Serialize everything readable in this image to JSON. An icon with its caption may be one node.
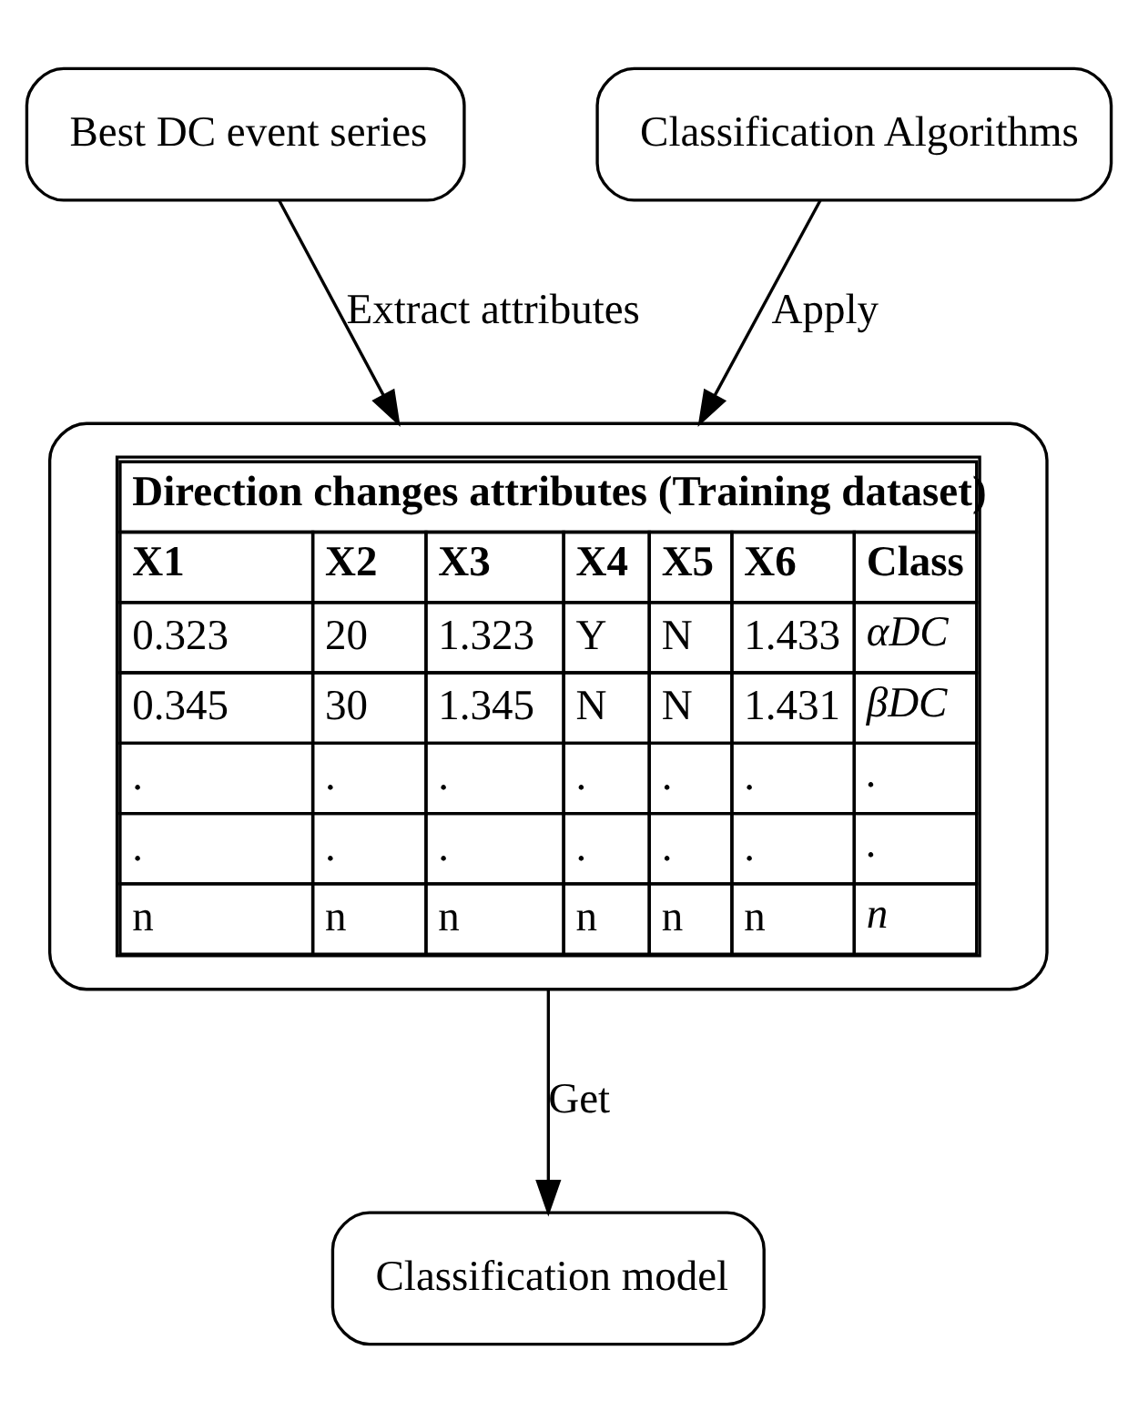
{
  "diagram": {
    "nodes": [
      {
        "text": [
          "Best DC event series"
        ]
      },
      {
        "text": [
          "Classification Algorithms"
        ]
      },
      {
        "text": [
          "Direction changes attributes (Training dataset)",
          "X1",
          "X2",
          "X3",
          "X4",
          "X5",
          "X6",
          "Class",
          "0.323",
          "20",
          "1.323",
          "Y",
          "N",
          "1.433",
          "αDC",
          "0.345",
          "30",
          "1.345",
          "N",
          "N",
          "1.431",
          "βDC",
          ".",
          ".",
          ".",
          ".",
          ".",
          ".",
          ".",
          ".",
          ".",
          ".",
          ".",
          ".",
          ".",
          ".",
          "n",
          "n",
          "n",
          "n",
          "n",
          "n",
          "n"
        ]
      },
      {
        "text": [
          "Classification model"
        ]
      }
    ],
    "edges": [
      {
        "from": 0,
        "to": 2,
        "arrow": "to",
        "label": "Extract attributes"
      },
      {
        "from": 1,
        "to": 2,
        "arrow": "to",
        "label": "Apply"
      },
      {
        "from": 2,
        "to": 3,
        "arrow": "to",
        "label": "Get"
      }
    ]
  }
}
